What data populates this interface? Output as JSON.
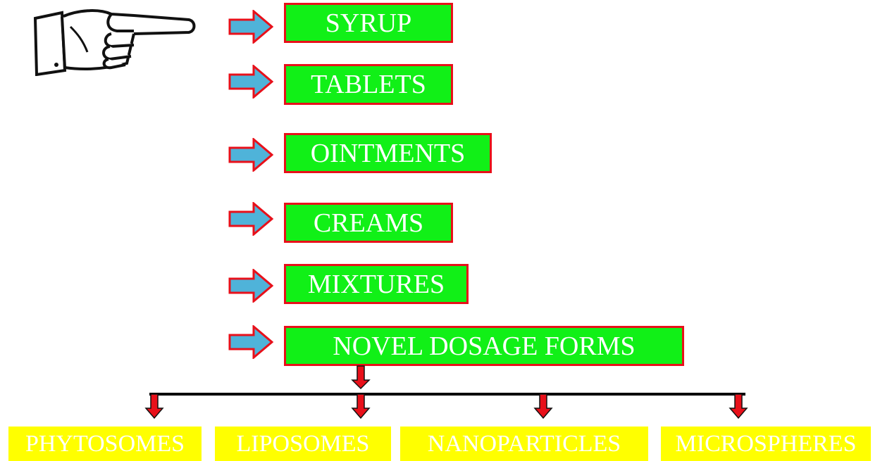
{
  "colors": {
    "box_fill": "#11f017",
    "box_border": "#e8101a",
    "arrow_fill": "#4fb3d9",
    "arrow_border": "#e8101a",
    "down_arrow": "#e8101a",
    "category_fill": "#ffff00",
    "text": "#ffffff",
    "connector": "#000000"
  },
  "pointer": {
    "icon": "pointing-hand-icon"
  },
  "dosage_forms": [
    "SYRUP",
    "TABLETS",
    "OINTMENTS",
    "CREAMS",
    "MIXTURES",
    "NOVEL DOSAGE FORMS"
  ],
  "novel_forms": [
    "PHYTOSOMES",
    "LIPOSOMES",
    "NANOPARTICLES",
    "MICROSPHERES"
  ]
}
